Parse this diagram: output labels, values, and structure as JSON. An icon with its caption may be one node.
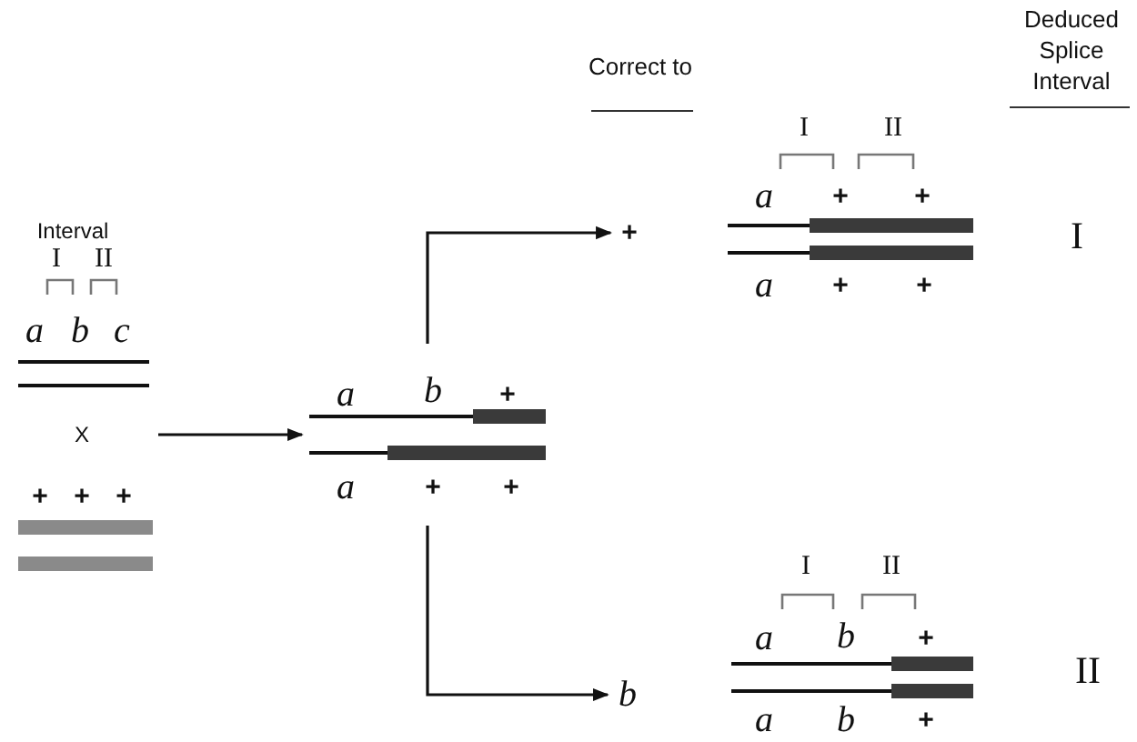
{
  "diagram": {
    "nodes": [
      {
        "text": [],
        "shape": "picture"
      },
      {
        "text": [],
        "shape": "picture"
      },
      {
        "text": [
          "+"
        ]
      },
      {
        "text": [
          "b"
        ]
      }
    ],
    "edges": [
      {
        "from": 0,
        "to": 1,
        "arrow": "to"
      },
      {
        "from": 1,
        "to": 2,
        "arrow": "to"
      },
      {
        "from": 1,
        "to": 3,
        "arrow": "to"
      }
    ],
    "labels": [
      "Correct to",
      "Deduced Splice Interval",
      "Interval",
      "I",
      "II",
      "a",
      "b",
      "c",
      "X",
      "+",
      "+",
      "+",
      "a",
      "b",
      "+",
      "a",
      "+",
      "+",
      "I",
      "II",
      "a",
      "+",
      "+",
      "a",
      "+",
      "+",
      "I",
      "I",
      "II",
      "a",
      "b",
      "+",
      "a",
      "b",
      "+",
      "II"
    ]
  }
}
